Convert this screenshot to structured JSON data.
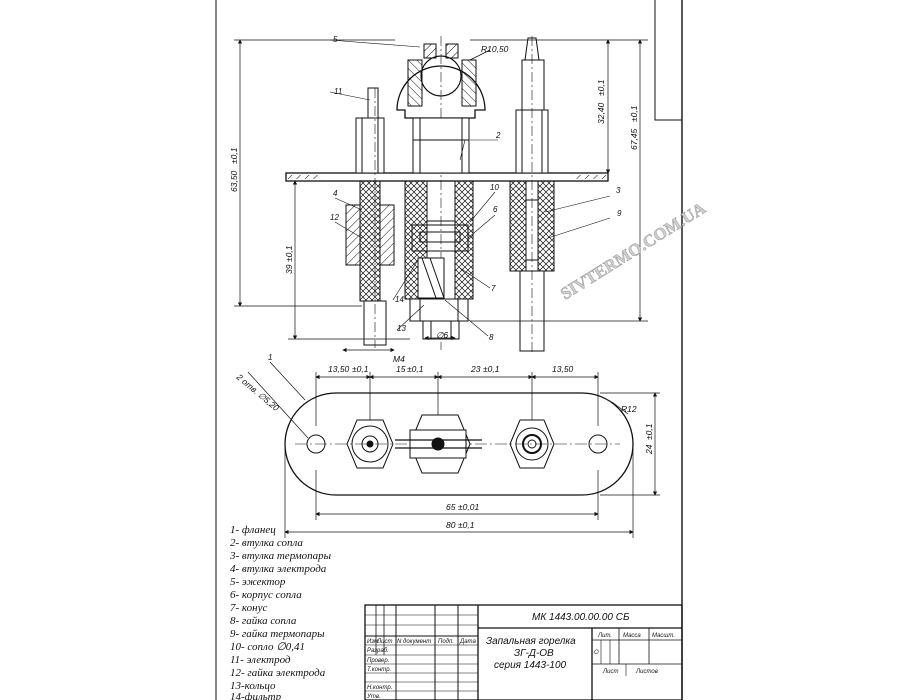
{
  "drawing": {
    "callouts": [
      "1",
      "2",
      "3",
      "4",
      "5",
      "6",
      "7",
      "8",
      "9",
      "10",
      "11",
      "12",
      "13",
      "14"
    ],
    "dimensions": {
      "r_top": "R10,50",
      "h_3240": "32,40",
      "h_6745": "67,45",
      "h_6350": "63,50",
      "h_39": "39",
      "tol": "±0,1",
      "tol2": "±0,01",
      "m4": "M4",
      "d6": "∅6",
      "plan_1350a": "13,50",
      "plan_15": "15",
      "plan_23": "23",
      "plan_1350b": "13,50",
      "plan_r12": "R12",
      "plan_24": "24",
      "plan_65": "65",
      "plan_80": "80",
      "holes": "2 отв. ∅5,20"
    },
    "watermark": "SIVTERMO.COM.UA"
  },
  "legend": [
    "1- фланец",
    "2- втулка сопла",
    "3- втулка термопары",
    "4- втулка электрода",
    "5- эжектор",
    "6- корпус сопла",
    "7- конус",
    "8- гайка сопла",
    "9- гайка термопары",
    "10- сопло ∅0,41",
    "11- электрод",
    "12- гайка электрода",
    "13-кольцо",
    "14-фильтр"
  ],
  "title_block": {
    "code": "МК 1443.00.00.00 СБ",
    "name_line1": "Запальная горелка",
    "name_line2": "ЗГ-Д-ОВ",
    "name_line3": "серия 1443-100",
    "col_izm": "Изм.",
    "col_list": "Лист",
    "col_doc": "N документ",
    "col_podp": "Подп.",
    "col_data": "Дата",
    "row_razrab": "Разраб.",
    "row_prov": "Провер.",
    "row_tkontr": "Т.контр.",
    "row_nkontr": "Н.контр.",
    "row_utv": "Утв.",
    "h_lit": "Лит.",
    "h_massa": "Масса",
    "h_masht": "Масшт.",
    "lit_val": "О",
    "f_list": "Лист",
    "f_listov": "Листов"
  }
}
